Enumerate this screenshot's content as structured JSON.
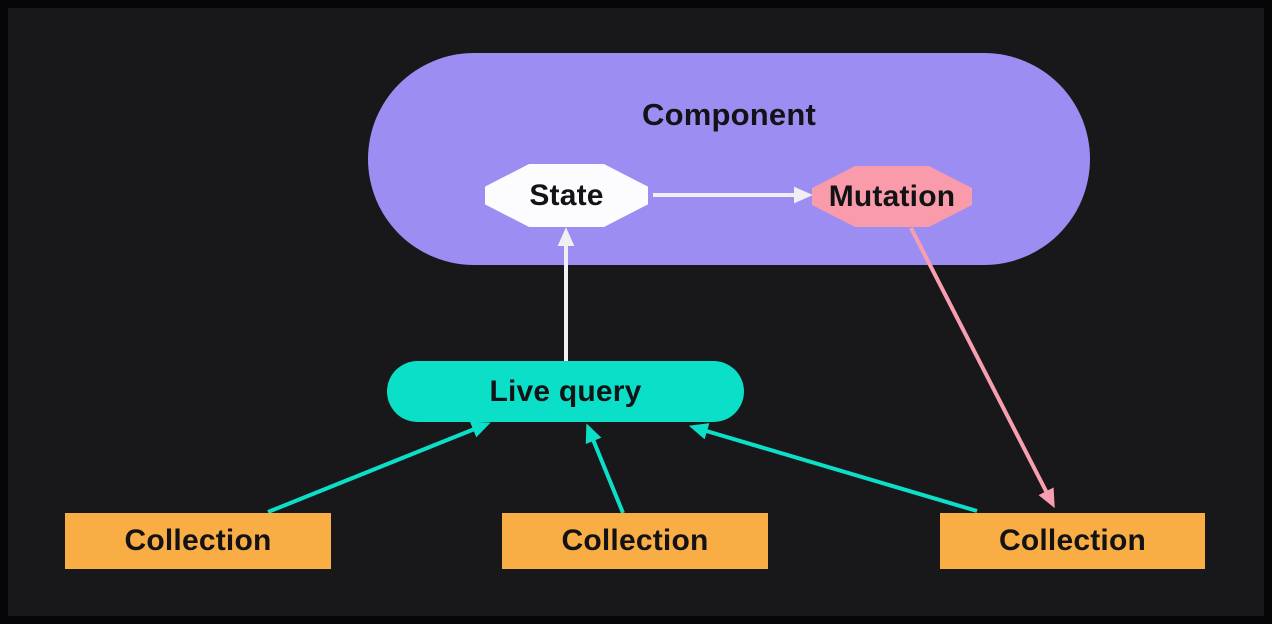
{
  "colors": {
    "background": "#18181B",
    "frame_border": "#060608",
    "component_fill": "#9C8DF2",
    "state_fill": "#FCFBFE",
    "mutation_fill": "#F99BAA",
    "live_query_fill": "#0CDFC8",
    "collection_fill": "#F9AD45",
    "label_text": "#131316",
    "arrow_white": "#F2EFF4",
    "arrow_teal": "#0CDFC8",
    "arrow_pink": "#F79FB0"
  },
  "nodes": {
    "component": {
      "label": "Component"
    },
    "state": {
      "label": "State"
    },
    "mutation": {
      "label": "Mutation"
    },
    "live_query": {
      "label": "Live query"
    },
    "collections": [
      {
        "label": "Collection"
      },
      {
        "label": "Collection"
      },
      {
        "label": "Collection"
      }
    ]
  },
  "edges": [
    {
      "from": "state",
      "to": "mutation",
      "style": "white"
    },
    {
      "from": "live-query",
      "to": "state",
      "style": "white"
    },
    {
      "from": "collection-left",
      "to": "live-query",
      "style": "teal"
    },
    {
      "from": "collection-middle",
      "to": "live-query",
      "style": "teal"
    },
    {
      "from": "collection-right",
      "to": "live-query",
      "style": "teal"
    },
    {
      "from": "mutation",
      "to": "collection-right",
      "style": "pink"
    }
  ]
}
